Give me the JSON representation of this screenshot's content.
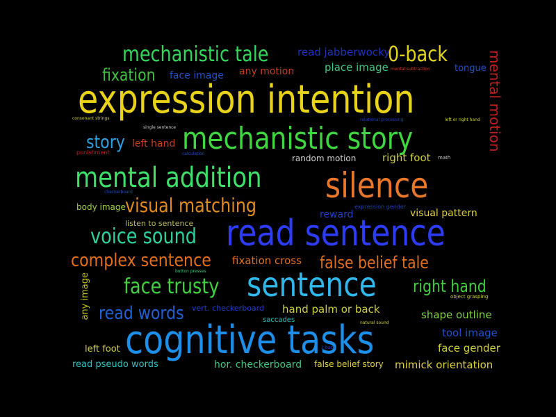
{
  "words": [
    {
      "text": "expression intention",
      "color": "#e8d21a"
    },
    {
      "text": "mechanistic story",
      "color": "#3fd640"
    },
    {
      "text": "read sentence",
      "color": "#2d3df5"
    },
    {
      "text": "cognitive tasks",
      "color": "#1e8fe8"
    },
    {
      "text": "sentence",
      "color": "#30b8ea"
    },
    {
      "text": "silence",
      "color": "#e8772a"
    },
    {
      "text": "mental addition",
      "color": "#3ee06a"
    },
    {
      "text": "mechanistic tale",
      "color": "#33d65a"
    },
    {
      "text": "0-back",
      "color": "#e2d41a"
    },
    {
      "text": "mental motion",
      "color": "#c02020"
    },
    {
      "text": "fixation",
      "color": "#40c040"
    },
    {
      "text": "face image",
      "color": "#2050c8"
    },
    {
      "text": "any motion",
      "color": "#c04020"
    },
    {
      "text": "read jabberwocky",
      "color": "#2030c0"
    },
    {
      "text": "place image",
      "color": "#40c880"
    },
    {
      "text": "tongue",
      "color": "#2050c8"
    },
    {
      "text": "story",
      "color": "#30a0e0"
    },
    {
      "text": "left hand",
      "color": "#c04020"
    },
    {
      "text": "random motion",
      "color": "#d0d0d0"
    },
    {
      "text": "right foot",
      "color": "#d0d040"
    },
    {
      "text": "visual matching",
      "color": "#e08c20"
    },
    {
      "text": "body image",
      "color": "#a0d040"
    },
    {
      "text": "voice sound",
      "color": "#30d0a0"
    },
    {
      "text": "complex sentence",
      "color": "#e07020"
    },
    {
      "text": "fixation cross",
      "color": "#e07020"
    },
    {
      "text": "false belief tale",
      "color": "#e07020"
    },
    {
      "text": "face trusty",
      "color": "#40d040"
    },
    {
      "text": "right hand",
      "color": "#40d040"
    },
    {
      "text": "read words",
      "color": "#2060d0"
    },
    {
      "text": "hand palm or back",
      "color": "#d0d040"
    },
    {
      "text": "shape outline",
      "color": "#80d040"
    },
    {
      "text": "tool image",
      "color": "#2050c8"
    },
    {
      "text": "face gender",
      "color": "#d0d040"
    },
    {
      "text": "left foot",
      "color": "#d0d040"
    },
    {
      "text": "read pseudo words",
      "color": "#30c0c0"
    },
    {
      "text": "hor. checkerboard",
      "color": "#40c880"
    },
    {
      "text": "false belief story",
      "color": "#e0d040"
    },
    {
      "text": "mimick orientation",
      "color": "#e0d040"
    },
    {
      "text": "any image",
      "color": "#c0c020"
    },
    {
      "text": "listen to sentence",
      "color": "#c0c060"
    },
    {
      "text": "reward",
      "color": "#2040c0"
    },
    {
      "text": "visual pattern",
      "color": "#e0d040"
    },
    {
      "text": "vert. checkerboard",
      "color": "#2040c0"
    },
    {
      "text": "saccades",
      "color": "#30c0c0"
    },
    {
      "text": "punishment",
      "color": "#c02020"
    },
    {
      "text": "checkerboard",
      "color": "#2050c8"
    },
    {
      "text": "expression gender",
      "color": "#2040c0"
    },
    {
      "text": "mental subtraction",
      "color": "#c04020"
    },
    {
      "text": "consonant strings",
      "color": "#d0d040"
    },
    {
      "text": "single sentence",
      "color": "#d0d0d0"
    },
    {
      "text": "relational processing",
      "color": "#2040c0"
    },
    {
      "text": "left or right hand",
      "color": "#d0d040"
    },
    {
      "text": "button presses",
      "color": "#40c880"
    },
    {
      "text": "object grasping",
      "color": "#d0d040"
    },
    {
      "text": "natural sound",
      "color": "#d0d040"
    },
    {
      "text": "2-back",
      "color": "#2040c0"
    },
    {
      "text": "math",
      "color": "#d0d0d0"
    },
    {
      "text": "calculation",
      "color": "#2050c8"
    }
  ]
}
